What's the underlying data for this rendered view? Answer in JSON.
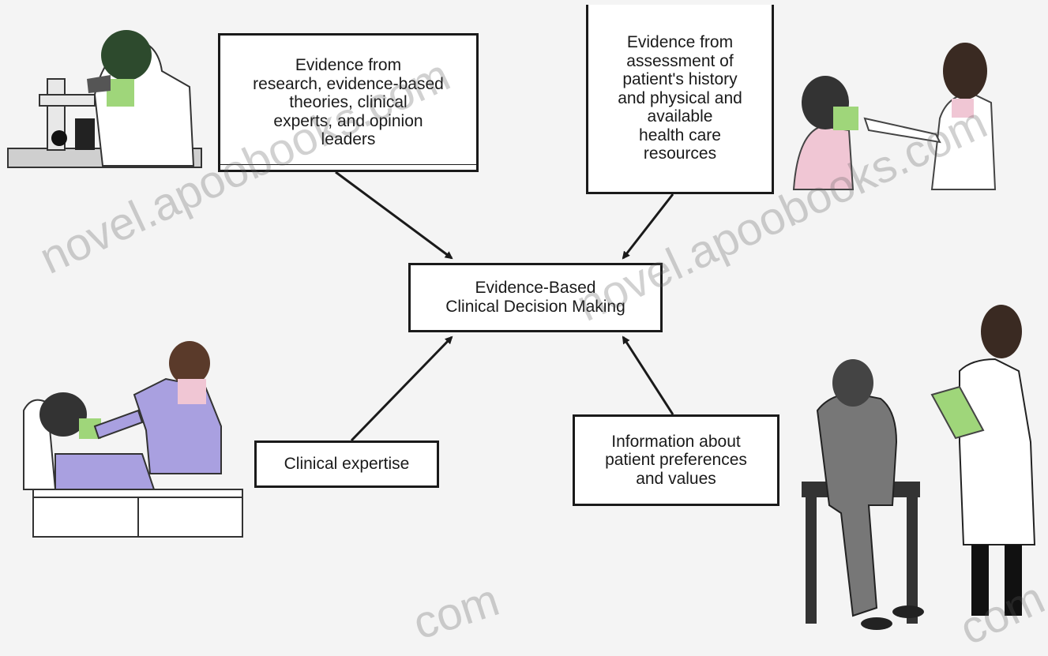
{
  "boxes": {
    "research": "Evidence from\nresearch, evidence-based\ntheories, clinical\nexperts, and opinion\nleaders",
    "assessment": "Evidence from\nassessment of\npatient's history\nand physical and\navailable\nhealth care\nresources",
    "center": "Evidence-Based\nClinical Decision Making",
    "expertise": "Clinical expertise",
    "preferences": "Information about\npatient preferences\nand values"
  },
  "watermark": {
    "text1": "novel.apoobooks.com",
    "text2": "novel.apoobooks.com",
    "text3": "com",
    "text4": "com"
  },
  "colors": {
    "background": "#f4f4f4",
    "box_border": "#1a1a1a",
    "arrow": "#1a1a1a",
    "green": "#9fd67a",
    "purple": "#a9a0e0",
    "pink": "#f0c6d4",
    "gray_suit": "#777777"
  },
  "icons": [
    "researcher-microscope-illustration",
    "clinician-examining-patient-illustration",
    "doctor-examining-bedridden-patient-illustration",
    "patient-and-doctor-consultation-illustration"
  ]
}
